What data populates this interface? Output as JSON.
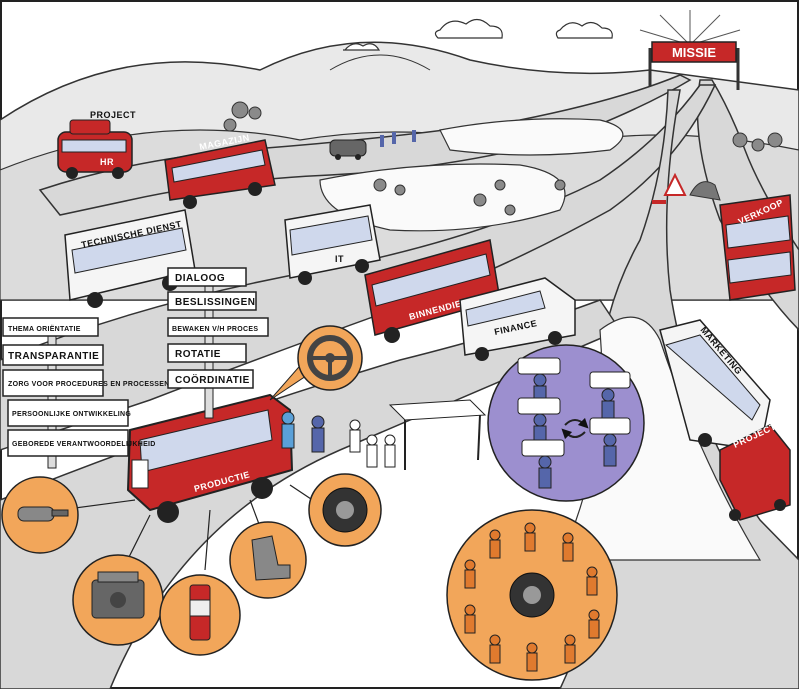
{
  "mission_banner": "MISSIE",
  "buses": {
    "hr": "HR",
    "hr_roof": "PROJECT",
    "magazijn": "MAGAZIJN",
    "technische_dienst": "TECHNISCHE DIENST",
    "it": "IT",
    "binnendienst": "BINNENDIENST",
    "finance": "FINANCE",
    "verkoop": "VERKOOP",
    "marketing": "MARKETING",
    "project": "PROJECT",
    "productie": "PRODUCTIE"
  },
  "signs_left": [
    "THEMA ORIËNTATIE",
    "TRANSPARANTIE",
    "ZORG VOOR PROCEDURES EN PROCESSEN",
    "PERSOONLIJKE ONTWIKKELING",
    "GEBOREDE VERANTWOORDELIJKHEID"
  ],
  "signs_center": [
    "DIALOOG",
    "BESLISSINGEN",
    "BEWAKEN V/H PROCES",
    "ROTATIE",
    "COÖRDINATIE"
  ],
  "colors": {
    "bus_red": "#c62828",
    "orange": "#f2a65a",
    "purple": "#9c8fcf",
    "road": "#d8d8d8"
  },
  "icons": [
    "steering-wheel-icon",
    "tyre-icon",
    "seat-icon",
    "exhaust-icon",
    "engine-icon",
    "filter-icon",
    "road-work-sign-icon"
  ]
}
